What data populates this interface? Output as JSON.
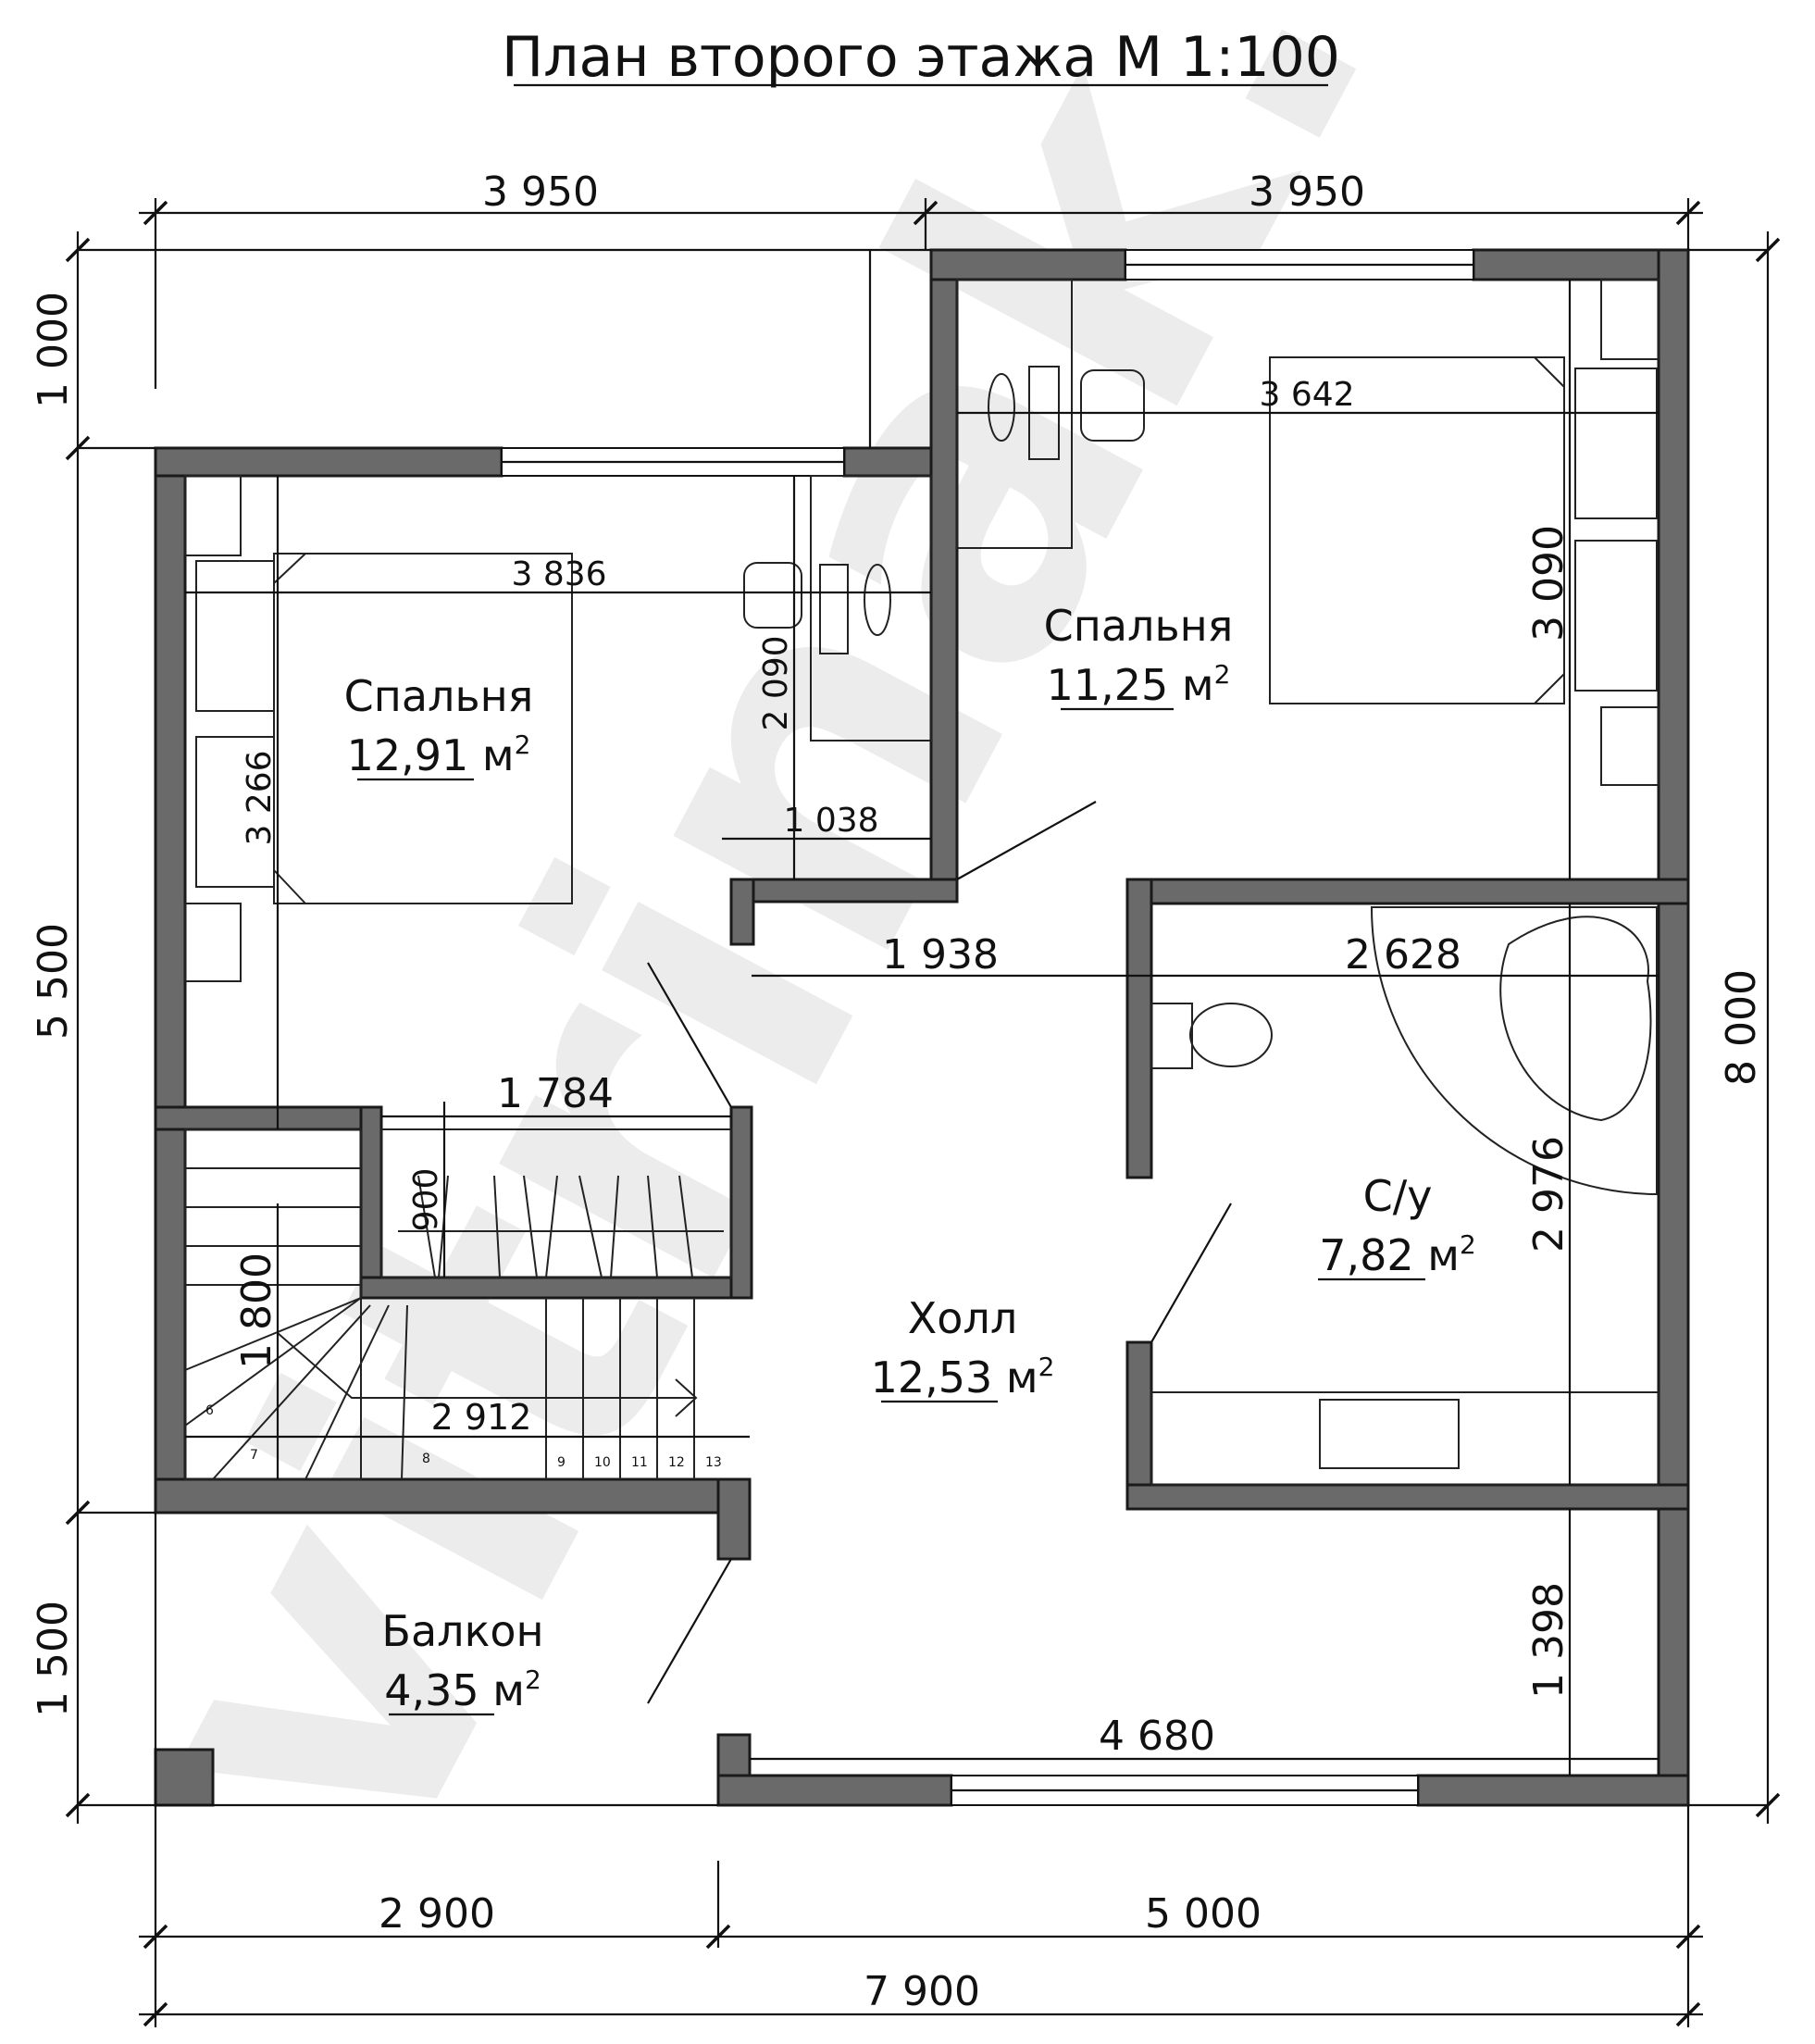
{
  "title": "План второго этажа М 1:100",
  "watermark": "vitrinak.ru",
  "rooms": [
    {
      "name": "Спальня",
      "area": "12,91",
      "unit": "м",
      "exp": "2"
    },
    {
      "name": "Спальня",
      "area": "11,25",
      "unit": "м",
      "exp": "2"
    },
    {
      "name": "Холл",
      "area": "12,53",
      "unit": "м",
      "exp": "2"
    },
    {
      "name": "С/у",
      "area": "7,82",
      "unit": "м",
      "exp": "2"
    },
    {
      "name": "Балкон",
      "area": "4,35",
      "unit": "м",
      "exp": "2"
    }
  ],
  "dimensions": {
    "top_left": "3 950",
    "top_right": "3 950",
    "left_top": "1 000",
    "left_mid": "5 500",
    "left_bottom": "1 500",
    "right_total": "8 000",
    "bottom_left": "2 900",
    "bottom_right": "5 000",
    "bottom_total": "7 900",
    "bedroom1_width": "3 836",
    "bedroom1_depth": "3 266",
    "bedroom1_desk": "2 090",
    "bedroom1_niche": "1 038",
    "bedroom2_width": "3 642",
    "bedroom2_depth": "3 090",
    "hall_corridor": "1 938",
    "bath_width": "2 628",
    "bath_depth": "2 976",
    "closet_width": "1 784",
    "closet_depth": "900",
    "stair_width": "1 800",
    "stair_length": "2 912",
    "hall_right": "1 398",
    "balcony_wall": "4 680"
  },
  "stair_numbers": [
    "6",
    "7",
    "8",
    "9",
    "10",
    "11",
    "12",
    "13"
  ]
}
